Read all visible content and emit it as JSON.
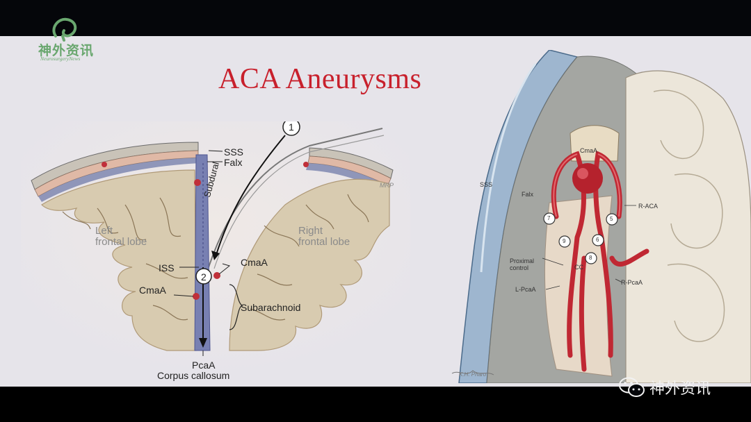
{
  "title": "ACA Aneurysms",
  "logo": {
    "cn": "神外资讯",
    "en": "NeurosurgeryNews"
  },
  "watermark": {
    "text": "神外资讯",
    "icon": "wechat-icon"
  },
  "left_figure": {
    "labels": {
      "sss": "SSS",
      "falx": "Falx",
      "subdural": "Subdural",
      "left_lobe_1": "Left",
      "left_lobe_2": "frontal lobe",
      "right_lobe_1": "Right",
      "right_lobe_2": "frontal lobe",
      "iss": "ISS",
      "cmaa_right": "CmaA",
      "cmaa_left": "CmaA",
      "subarachnoid": "Subarachnoid",
      "pcaa": "PcaA",
      "corpus_callosum": "Corpus callosum",
      "marker_1": "1",
      "marker_2": "2",
      "artist": "MRP"
    }
  },
  "right_figure": {
    "labels": {
      "sss": "SSS",
      "falx": "Falx",
      "cmaa": "CmaA",
      "r_aca": "R-ACA",
      "proximal_control_1": "Proximal",
      "proximal_control_2": "control",
      "cc": "CC",
      "l_pcaa": "L-PcaA",
      "r_pcaa": "R-PcaA",
      "n5": "5",
      "n6": "6",
      "n7": "7",
      "n8": "8",
      "n9": "9",
      "signature": "K.H. Pharo"
    }
  }
}
